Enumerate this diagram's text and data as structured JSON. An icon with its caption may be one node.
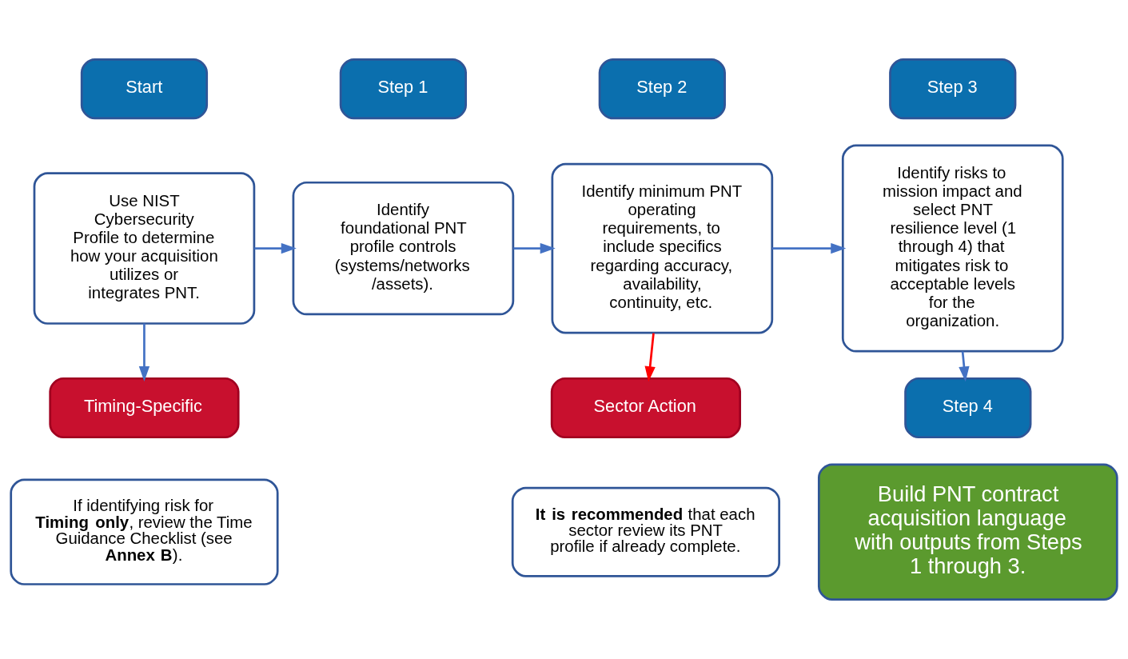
{
  "diagram": {
    "nodes": [
      {
        "text": [
          "Start"
        ]
      },
      {
        "text": [
          "Use NIST Cybersecurity Profile to determine how your acquisition utilizes or integrates PNT."
        ]
      },
      {
        "text": [
          "Step 1"
        ]
      },
      {
        "text": [
          "Identify foundational PNT profile controls (systems/networks /assets)."
        ]
      },
      {
        "text": [
          "Step 2"
        ]
      },
      {
        "text": [
          "Identify minimum PNT operating requirements, to include specifics regarding accuracy, availability, continuity, etc."
        ]
      },
      {
        "text": [
          "Step 3"
        ]
      },
      {
        "text": [
          "Identify risks to mission impact and select PNT resilience level (1 through 4) that mitigates risk to acceptable levels for the organization."
        ]
      },
      {
        "text": [
          "Timing-Specific"
        ]
      },
      {
        "text": [
          "If identifying risk for **Timing only**, review the Time Guidance Checklist (see **Annex B**)."
        ]
      },
      {
        "text": [
          "Sector Action"
        ]
      },
      {
        "text": [
          "**It is recommended** that each sector review its PNT profile if already complete."
        ]
      },
      {
        "text": [
          "Step 4"
        ]
      },
      {
        "text": [
          "Build PNT contract acquisition language with outputs from Steps 1 through 3."
        ]
      }
    ],
    "edges": [
      {
        "from": 1,
        "to": 3,
        "arrow": "to"
      },
      {
        "from": 3,
        "to": 5,
        "arrow": "to"
      },
      {
        "from": 5,
        "to": 7,
        "arrow": "to"
      },
      {
        "from": 1,
        "to": 8,
        "arrow": "to"
      },
      {
        "from": 5,
        "to": 10,
        "arrow": "to",
        "color": "#ff0000"
      },
      {
        "from": 7,
        "to": 12,
        "arrow": "to"
      }
    ]
  }
}
